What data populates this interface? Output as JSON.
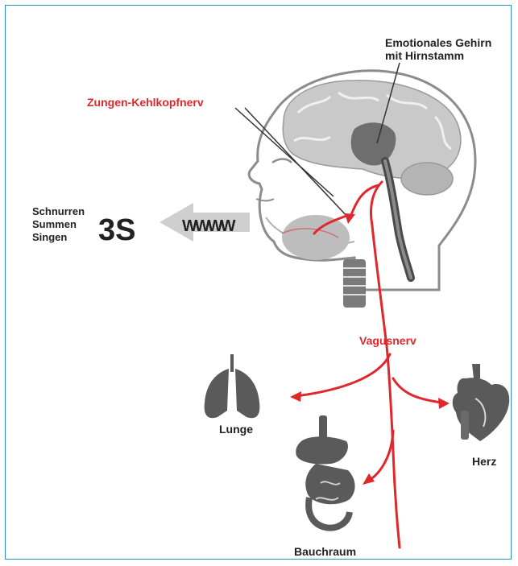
{
  "labels": {
    "emotional_brain_line1": "Emotionales Gehirn",
    "emotional_brain_line2": "mit Hirnstamm",
    "glossopharyngeal": "Zungen-Kehlkopfnerv",
    "vagus": "Vagusnerv",
    "activity_1": "Schnurren",
    "activity_2": "Summen",
    "activity_3": "Singen",
    "three_s": "3S",
    "wave": "WWWW",
    "lung": "Lunge",
    "heart": "Herz",
    "abdomen": "Bauchraum"
  },
  "colors": {
    "frame": "#2a8fc4",
    "nerve": "#e0282c",
    "organ": "#5a5a5a",
    "brain": "#bdbdbd",
    "outline": "#8c8c8c",
    "text": "#222222"
  },
  "icons": [
    "head-silhouette-icon",
    "brain-icon",
    "brainstem-icon",
    "trachea-icon",
    "lung-icon",
    "heart-icon",
    "digestive-organs-icon",
    "arrow-left-icon"
  ]
}
